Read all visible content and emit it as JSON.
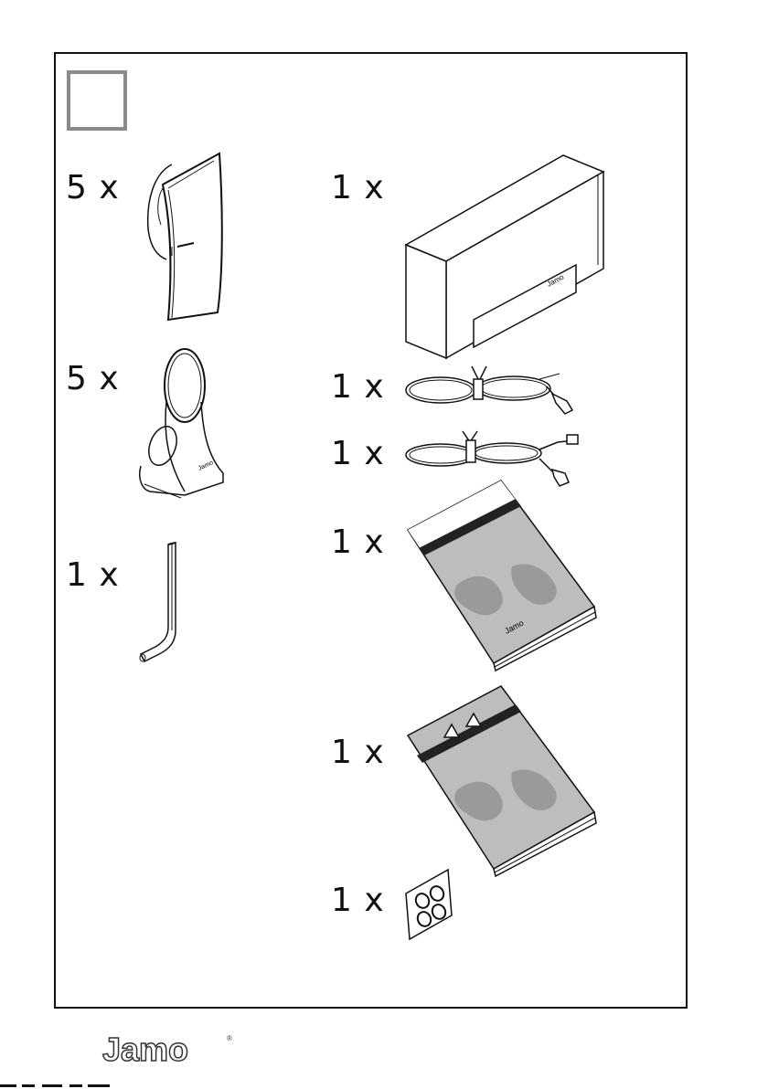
{
  "step_box_icon": "empty-step-number-box",
  "items": [
    {
      "id": "speaker",
      "quantity": "5 x",
      "icon": "satellite-speaker-icon"
    },
    {
      "id": "stand",
      "quantity": "5 x",
      "icon": "speaker-stand-icon"
    },
    {
      "id": "hex-key",
      "quantity": "1 x",
      "icon": "hex-key-icon"
    },
    {
      "id": "subwoofer",
      "quantity": "1 x",
      "icon": "subwoofer-icon"
    },
    {
      "id": "cable-1",
      "quantity": "1 x",
      "icon": "cable-icon"
    },
    {
      "id": "cable-2",
      "quantity": "1 x",
      "icon": "rca-cable-icon"
    },
    {
      "id": "manual",
      "quantity": "1 x",
      "icon": "manual-booklet-icon"
    },
    {
      "id": "safety-booklet",
      "quantity": "1 x",
      "icon": "safety-booklet-icon"
    },
    {
      "id": "rubber-feet",
      "quantity": "1 x",
      "icon": "rubber-feet-sheet-icon"
    }
  ],
  "brand": {
    "logo_text": "Jamo",
    "registered_mark": "®"
  }
}
